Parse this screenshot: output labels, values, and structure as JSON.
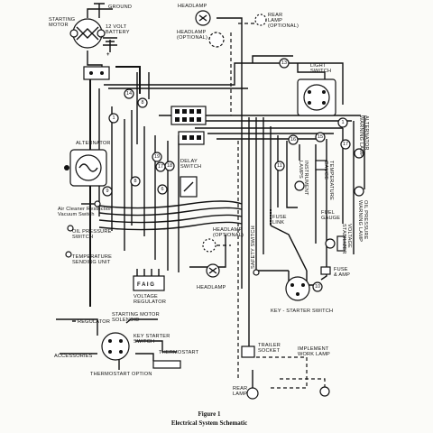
{
  "labels": {
    "ground": "GROUND",
    "starting_motor": "STARTING\nMOTOR",
    "battery": "12 VOLT\nBATTERY",
    "headlamp_top": "HEADLAMP",
    "rear_lamp_optional": "REAR\nLAMP\n(OPTIONAL)",
    "headlamp_optional_top": "HEADLAMP\n(OPTIONAL)",
    "light_switch": "LIGHT\nSWITCH",
    "alternator_warning_lamp": "ALTERNATOR\nWARNING LAMP",
    "alternator": "ALTERNATOR",
    "delay_switch": "DELAY\nSWITCH",
    "instrument_lamps": "INSTRUMENT\nLAMPS",
    "temperature_gauge": "TEMPERATURE\nGAUGE",
    "air_cleaner": "Air Cleaner Restriction\nVacuum Switch",
    "oil_pressure_switch": "OIL PRESSURE\nSWITCH",
    "temperature_sending_unit": "TEMPERATURE\nSENDING UNIT",
    "headlamp_optional_mid": "HEADLAMP\n(OPTIONAL)",
    "fuse_link": "FUSE\nLINK",
    "fuel_gauge": "FUEL\nGAUGE",
    "voltage_stabilizer": "VOLTAGE\nSTABILIZER",
    "oil_pressure_warning_lamp": "OIL PRESSURE\nWARNING LAMP",
    "safety_switch": "SAFETY SWITCH",
    "fuse_amp": "FUSE\n& AMP",
    "headlamp_bottom": "HEADLAMP",
    "voltage_regulator": "VOLTAGE\nREGULATOR",
    "regulator_terminals": "F A I G",
    "key_starter_switch": "KEY - STARTER SWITCH",
    "regulator": "REGULATOR",
    "starting_motor_solenoid": "STARTING MOTOR\nSOLENOID",
    "accessories": "ACCESSORIES",
    "key_starter_switch_inset": "KEY STARTER\nSWITCH",
    "thermostart": "THERMOSTART",
    "thermostart_option": "THERMOSTART OPTION",
    "trailer_socket": "TRAILER\nSOCKET",
    "implement_work_lamp": "IMPLEMENT\nWORK LAMP",
    "rear_lamp_bottom": "REAR\nLAMP"
  },
  "wire_numbers": {
    "n13": "13",
    "n14": "14",
    "n8": "8",
    "n1": "1",
    "n16": "16",
    "n15": "15",
    "n17": "17",
    "n19": "19",
    "n18": "18",
    "n11": "11",
    "n9": "9",
    "n10": "10",
    "n6": "6"
  },
  "caption": {
    "figure": "Figure 1",
    "title": "Electrical System Schematic"
  }
}
